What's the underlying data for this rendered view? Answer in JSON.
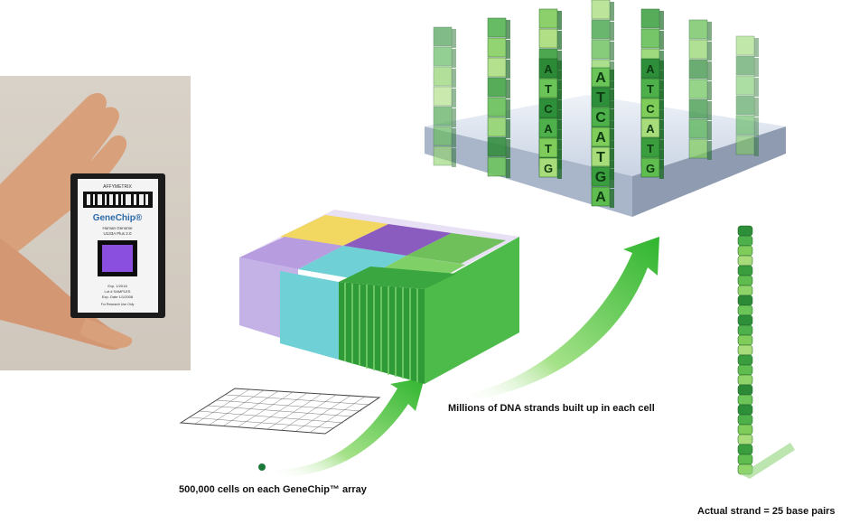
{
  "labels": {
    "cells": "500,000 cells on each GeneChip™ array",
    "strands": "Millions of DNA strands built up in each cell",
    "actual": "Actual strand = 25 base pairs"
  },
  "chip": {
    "brand": "AFFYMETRIX",
    "name": "GeneChip®",
    "subtitle1": "Human Genome",
    "subtitle2": "U133A Plus 2.0",
    "line1": "Exp.   1/2018",
    "line2": "Lot #   SAMPLES",
    "line3": "Exp. Date  1/1/2008",
    "footer": "For Research Use Only"
  },
  "bases": [
    "A",
    "T",
    "C",
    "A",
    "T",
    "G"
  ],
  "colors": {
    "green_dark": "#1e7a2a",
    "green_mid": "#3fae3a",
    "green_light": "#a6d96a",
    "purple": "#8a5cc0",
    "teal": "#6fd0d6",
    "yellow": "#f1d560"
  }
}
